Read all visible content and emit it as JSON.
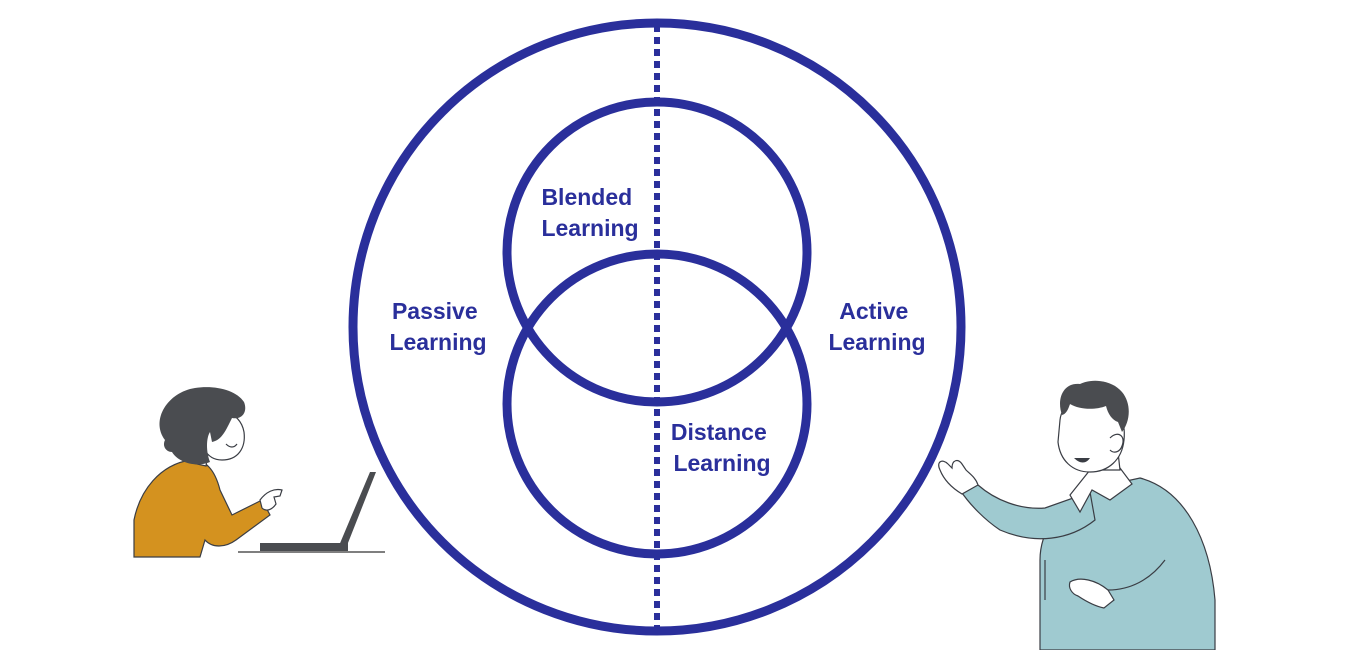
{
  "diagram": {
    "labels": {
      "passive": [
        "Passive",
        "Learning"
      ],
      "active": [
        "Active",
        "Learning"
      ],
      "blended": [
        "Blended",
        "Learning"
      ],
      "distance": [
        "Distance",
        "Learning"
      ]
    }
  },
  "colors": {
    "stroke": "#2a2f9b",
    "woman_sweater": "#d4921f",
    "hair": "#4a4c50",
    "man_sweater": "#9fcad0",
    "skin": "#ffffff",
    "outline": "#3a3d44"
  },
  "icons": {
    "woman": "woman-at-laptop-illustration",
    "man": "man-presenting-illustration"
  }
}
